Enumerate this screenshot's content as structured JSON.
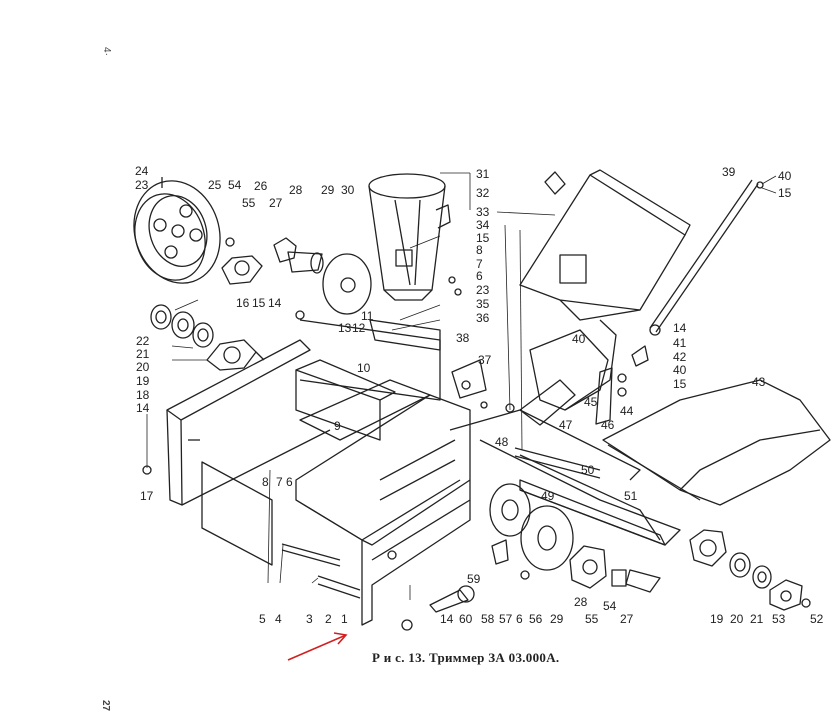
{
  "caption": "Р и с. 13. Триммер  ЗА 03.000А.",
  "margin_marks": {
    "top": "4·",
    "bottom": "27"
  },
  "colors": {
    "ink": "#222222",
    "paper": "#ffffff",
    "arrow": "#d21f1f"
  },
  "callouts": {
    "n24": "24",
    "n23a": "23",
    "n25": "25",
    "n54a": "54",
    "n26": "26",
    "n55a": "55",
    "n27a": "27",
    "n28a": "28",
    "n29a": "29",
    "n30": "30",
    "n31": "31",
    "n32": "32",
    "n8a": "8",
    "n7a": "7",
    "n6a": "6",
    "n23b": "23",
    "n33": "33",
    "n34": "34",
    "n15a": "15",
    "n35": "35",
    "n36": "36",
    "n16": "16",
    "n15b": "15",
    "n14a": "14",
    "n13": "13",
    "n12": "12",
    "n11": "11",
    "n10": "10",
    "n22": "22",
    "n21a": "21",
    "n20a": "20",
    "n19a": "19",
    "n18": "18",
    "n14b": "14",
    "n17": "17",
    "n9": "9",
    "n8b": "8",
    "n7b": "7",
    "n6b": "6",
    "n38": "38",
    "n37": "37",
    "n39": "39",
    "n40a": "40",
    "n15c": "15",
    "n40b": "40",
    "n14c": "14",
    "n41": "41",
    "n42": "42",
    "n40c": "40",
    "n15d": "15",
    "n45": "45",
    "n44": "44",
    "n46": "46",
    "n47": "47",
    "n43": "43",
    "n48": "48",
    "n50": "50",
    "n49": "49",
    "n51": "51",
    "n5": "5",
    "n4": "4",
    "n3": "3",
    "n2": "2",
    "n1": "1",
    "n14d": "14",
    "n60": "60",
    "n58": "58",
    "n57": "57",
    "n6c": "6",
    "n56": "56",
    "n29b": "29",
    "n28b": "28",
    "n59": "59",
    "n55b": "55",
    "n54b": "54",
    "n27b": "27",
    "n19b": "19",
    "n20b": "20",
    "n21b": "21",
    "n53": "53",
    "n52": "52"
  }
}
